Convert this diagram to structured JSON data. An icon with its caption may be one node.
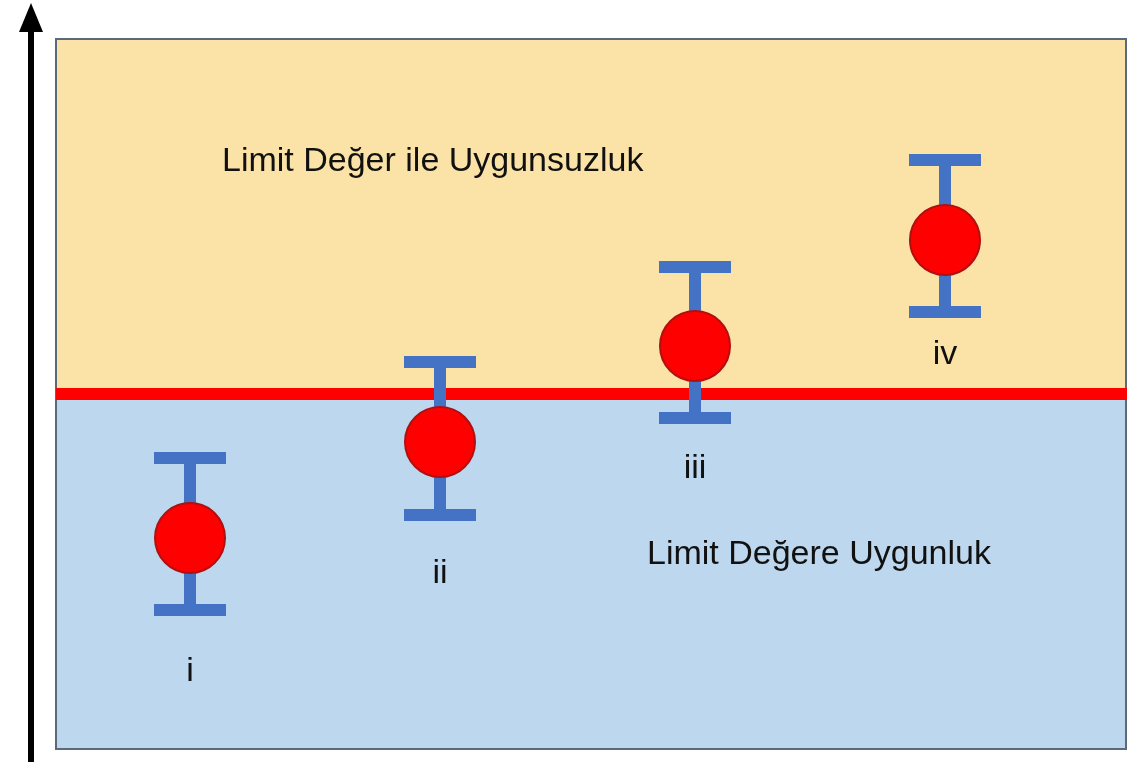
{
  "diagram": {
    "nodes": [
      {
        "text": [
          "Limit Değer ile Uygunsuzluk"
        ]
      },
      {
        "text": [
          "Limit Değere Uygunluk"
        ]
      }
    ],
    "labels": [
      "i",
      "ii",
      "iii",
      "iv"
    ]
  }
}
